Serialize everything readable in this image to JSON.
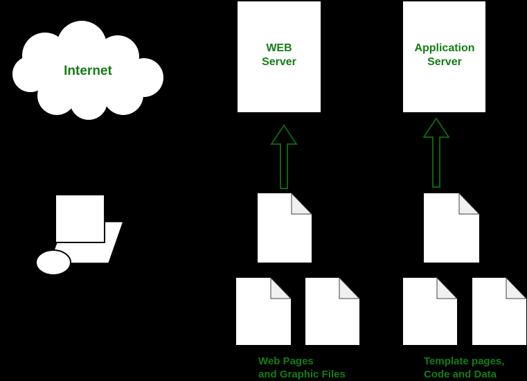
{
  "diagram_title": "web-vs-application-server-architecture",
  "colors": {
    "background": "#000000",
    "shape_fill": "#ffffff",
    "text_green": "#147d14",
    "arrow_green": "#0c640c",
    "fold_gray": "#f0f0f0"
  },
  "cloud": {
    "label": "Internet"
  },
  "web_server": {
    "line1": "WEB",
    "line2": "Server"
  },
  "app_server": {
    "line1": "Application",
    "line2": "Server"
  },
  "web_files_label": {
    "line1": "Web Pages",
    "line2": "and Graphic Files"
  },
  "app_files_label": {
    "line1": "Template pages,",
    "line2": "Code and Data"
  },
  "icons": [
    "internet-cloud-icon",
    "client-computer-icon",
    "upload-arrow-web-icon",
    "upload-arrow-app-icon",
    "document-icon"
  ]
}
